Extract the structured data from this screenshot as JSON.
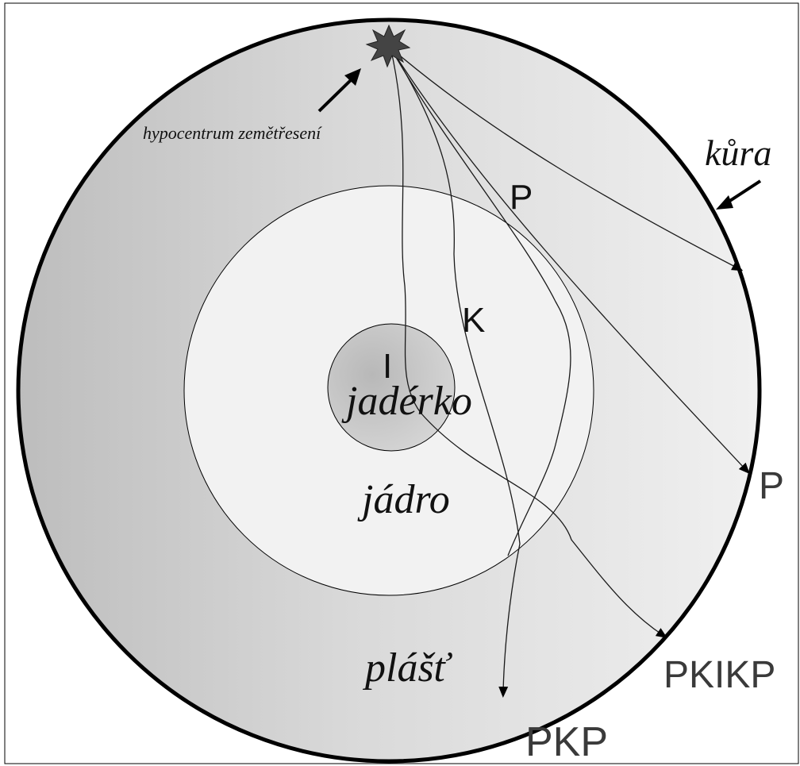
{
  "labels": {
    "hypocenter": "hypocentrum zemětřesení",
    "crust": "kůra",
    "mantle": "plášť",
    "core": "jádro",
    "inner_core": "jadérko",
    "wave_p_upper": "P",
    "wave_k": "K",
    "wave_i": "I",
    "wave_p_right": "P",
    "wave_pkikp": "PKIKP",
    "wave_pkp": "PKP"
  },
  "colors": {
    "outline": "#000000",
    "ray": "#1a1a1a",
    "core_fill": "#f2f2f2",
    "inner_core_fill": "#c8c8c8",
    "mantle_dark": "#bdbdbd",
    "mantle_light": "#f0f0f0",
    "star": "#444444"
  },
  "icons": [
    "explosion-star-icon",
    "arrow-icon"
  ]
}
